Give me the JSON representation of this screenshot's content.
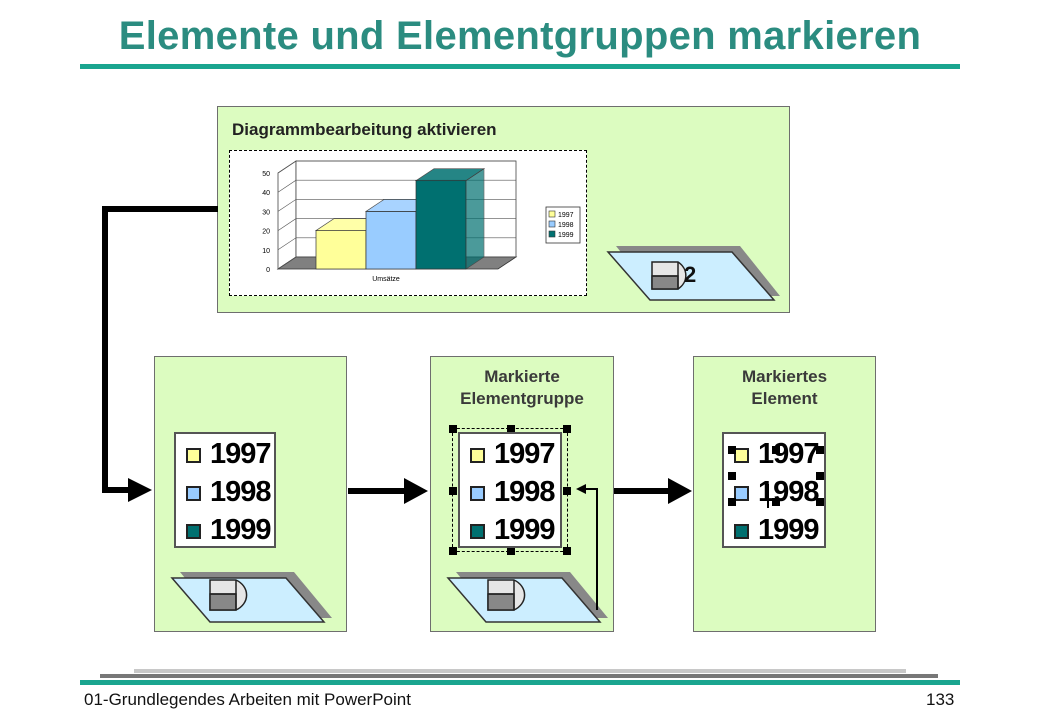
{
  "title": "Elemente und Elementgruppen markieren",
  "top_panel": {
    "label": "Diagrammbearbeitung aktivieren",
    "step_number": "2"
  },
  "chart_data": {
    "type": "bar",
    "xlabel": "Umsätze",
    "ylim": [
      0,
      50
    ],
    "y_ticks": [
      "0",
      "10",
      "20",
      "30",
      "40",
      "50"
    ],
    "categories": [
      "Umsätze"
    ],
    "series": [
      {
        "name": "1997",
        "values": [
          20
        ],
        "color": "#ffff99"
      },
      {
        "name": "1998",
        "values": [
          30
        ],
        "color": "#99ccff"
      },
      {
        "name": "1999",
        "values": [
          46
        ],
        "color": "#007070"
      }
    ],
    "legend_position": "right",
    "grid": true,
    "style": "3d"
  },
  "panels": [
    {
      "label_line1": "",
      "label_line2": ""
    },
    {
      "label_line1": "Markierte",
      "label_line2": "Elementgruppe"
    },
    {
      "label_line1": "Markiertes",
      "label_line2": "Element"
    }
  ],
  "legend": {
    "items": [
      {
        "year": "1997",
        "color": "#ffff99"
      },
      {
        "year": "1998",
        "color": "#99ccff"
      },
      {
        "year": "1999",
        "color": "#007070"
      }
    ]
  },
  "footer": {
    "left": "01-Grundlegendes Arbeiten mit PowerPoint",
    "page": "133"
  },
  "colors": {
    "title": "#2b8c80",
    "rule": "#1aa58f",
    "panel_bg": "#dcfcc0",
    "mouse_pad": "#cceeff"
  },
  "icons": [
    "mouse-pad-icon",
    "mouse-icon",
    "arrow-right-icon",
    "selection-handle-icon"
  ]
}
